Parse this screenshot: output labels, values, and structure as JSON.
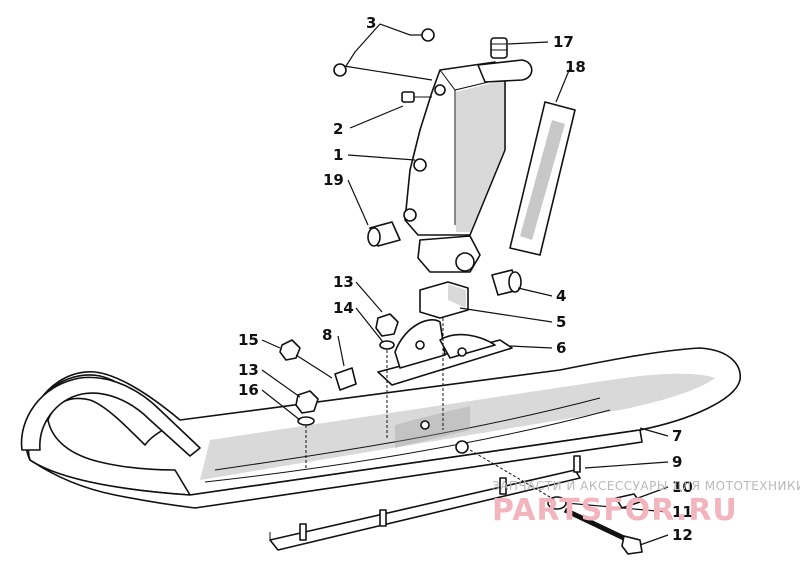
{
  "callouts": [
    {
      "id": "1",
      "label": "1"
    },
    {
      "id": "2",
      "label": "2"
    },
    {
      "id": "3",
      "label": "3"
    },
    {
      "id": "4",
      "label": "4"
    },
    {
      "id": "5",
      "label": "5"
    },
    {
      "id": "6",
      "label": "6"
    },
    {
      "id": "7",
      "label": "7"
    },
    {
      "id": "8",
      "label": "8"
    },
    {
      "id": "9",
      "label": "9"
    },
    {
      "id": "10",
      "label": "10"
    },
    {
      "id": "11",
      "label": "11"
    },
    {
      "id": "12",
      "label": "12"
    },
    {
      "id": "13a",
      "label": "13"
    },
    {
      "id": "13b",
      "label": "13"
    },
    {
      "id": "14",
      "label": "14"
    },
    {
      "id": "15",
      "label": "15"
    },
    {
      "id": "16",
      "label": "16"
    },
    {
      "id": "17",
      "label": "17"
    },
    {
      "id": "18",
      "label": "18"
    },
    {
      "id": "19",
      "label": "19"
    }
  ],
  "watermark": {
    "top_text": "ЗАПЧАСТИ И АКСЕССУАРЫ ДЛЯ МОТОТЕХНИКИ",
    "main_text": "PARTSFOR.RU"
  },
  "colors": {
    "ink": "#111111",
    "shade": "#d9d9d9",
    "watermark_pink": "#f2b5bd",
    "watermark_grey": "#b9b9b9"
  }
}
